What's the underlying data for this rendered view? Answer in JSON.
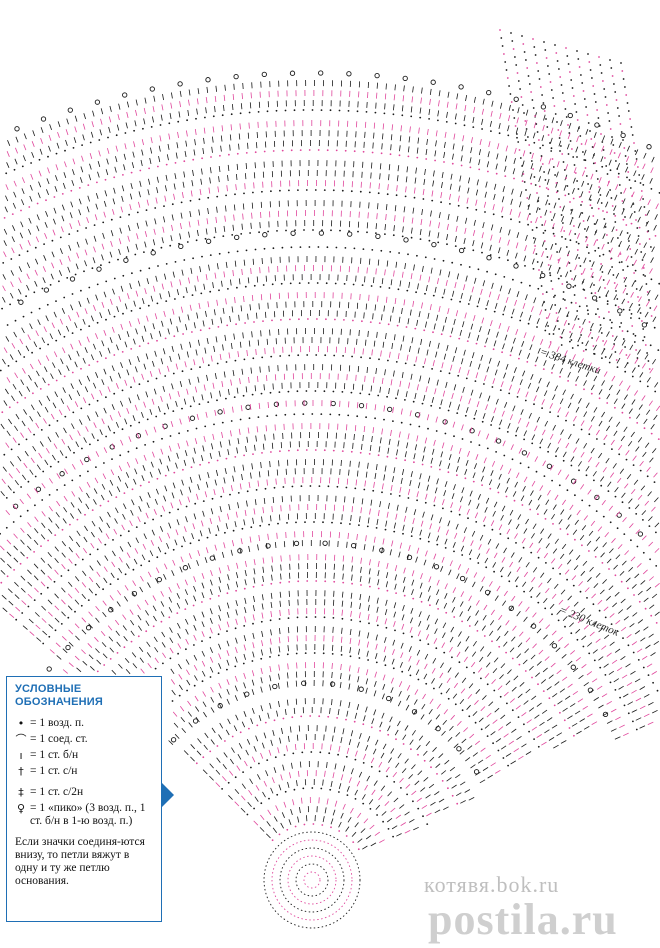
{
  "diagram": {
    "labels": {
      "top_tier_count": "= 384 клетки",
      "middle_tier_count": "= 230 клеток"
    },
    "colors": {
      "primary": "#1a1a1a",
      "accent": "#e0479c",
      "legend_border": "#1f6fb5"
    }
  },
  "legend": {
    "title_line1": "УСЛОВНЫЕ",
    "title_line2": "ОБОЗНАЧЕНИЯ",
    "items": [
      {
        "symbol": "•",
        "icon": "chain-stitch-icon",
        "text": "= 1 возд. п."
      },
      {
        "symbol": "⌒",
        "icon": "slip-stitch-icon",
        "text": "= 1 соед. ст."
      },
      {
        "symbol": "ı",
        "icon": "single-crochet-icon",
        "text": "= 1 ст. б/н"
      },
      {
        "symbol": "†",
        "icon": "double-crochet-icon",
        "text": "= 1 ст. с/н"
      },
      {
        "symbol": "‡",
        "icon": "treble-crochet-icon",
        "text": "= 1 ст. с/2н"
      },
      {
        "symbol": "♀",
        "icon": "picot-icon",
        "text": "= 1 «пико» (3 возд. п., 1 ст. б/н в 1-ю возд. п.)"
      }
    ],
    "note": "Если значки соединя-ются внизу, то петли вяжут в одну и ту же петлю основания."
  },
  "watermarks": {
    "site1": "котявя.bok.ru",
    "site2": "postila.ru"
  }
}
